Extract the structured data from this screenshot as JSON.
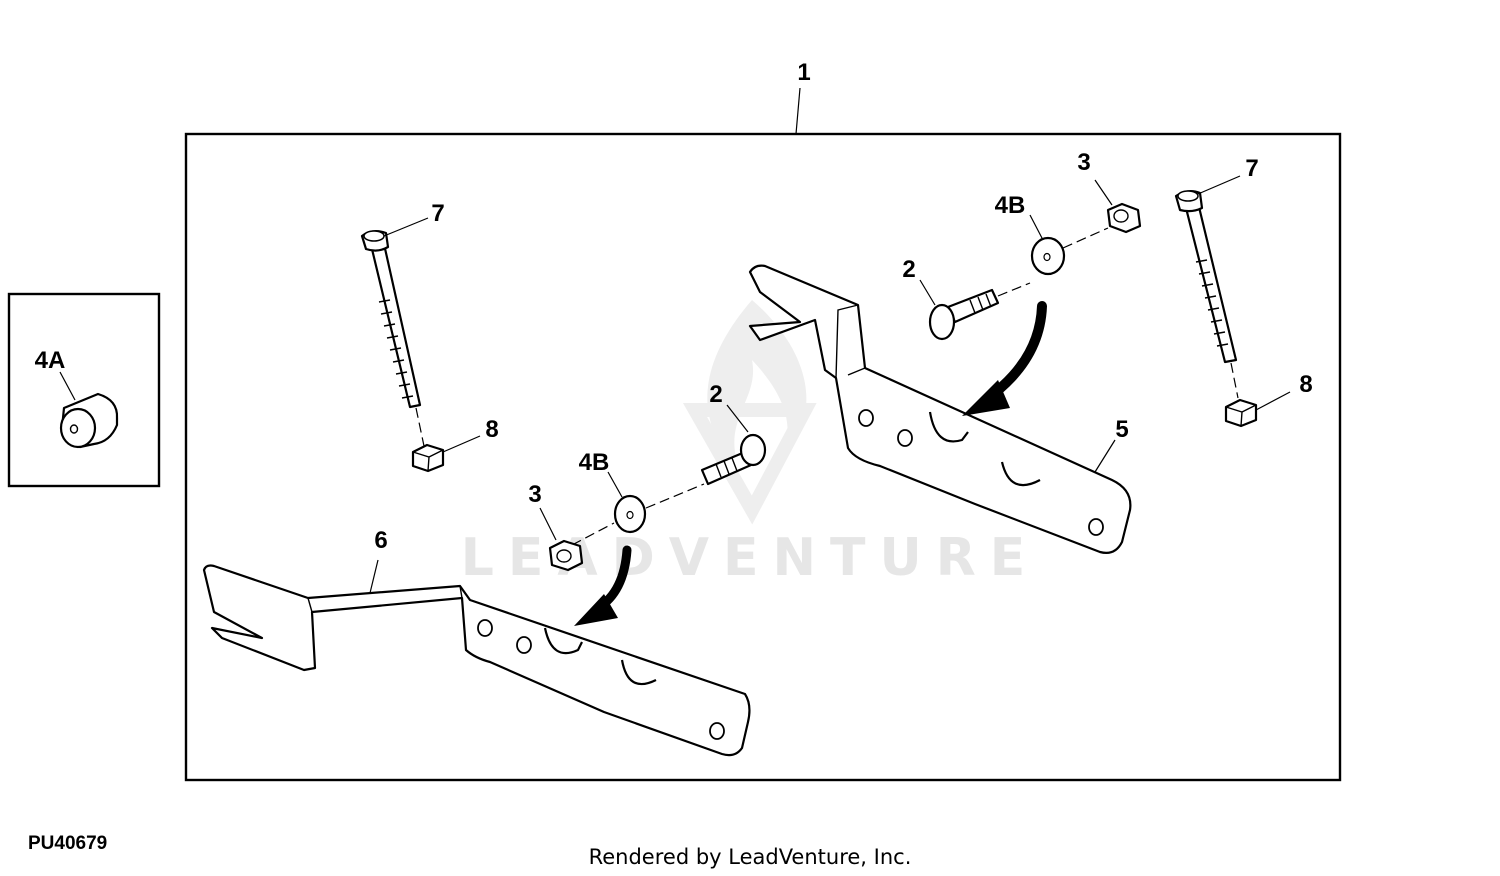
{
  "callouts": {
    "kit": "1",
    "bolt_left": "2",
    "bolt_right": "2",
    "nut_left": "3",
    "nut_right": "3",
    "spacer": "4A",
    "washer_left": "4B",
    "washer_right": "4B",
    "bracket_right": "5",
    "bracket_left": "6",
    "cap_screw_left": "7",
    "cap_screw_right": "7",
    "lock_nut_left": "8",
    "lock_nut_right": "8"
  },
  "figure_ref": "PU40679",
  "credit": "Rendered by LeadVenture, Inc.",
  "watermark": "LEADVENTURE"
}
